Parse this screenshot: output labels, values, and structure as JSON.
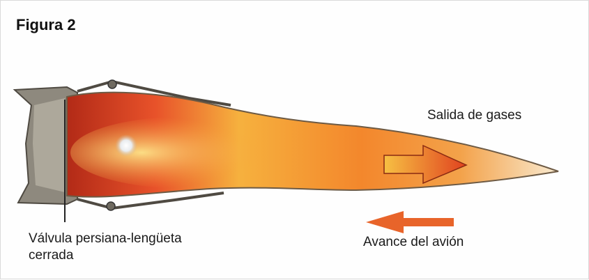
{
  "figure": {
    "title": "Figura 2",
    "labels": {
      "exhaust": "Salida de gases",
      "advance": "Avance del avión",
      "valve_line1": "Válvula persiana-lengüeta",
      "valve_line2": "cerrada"
    }
  },
  "colors": {
    "flame_dark": "#c8331c",
    "flame_mid": "#f07a2a",
    "flame_light": "#f7c94a",
    "casing": "#6f6a60",
    "arrow": "#e8642a"
  }
}
